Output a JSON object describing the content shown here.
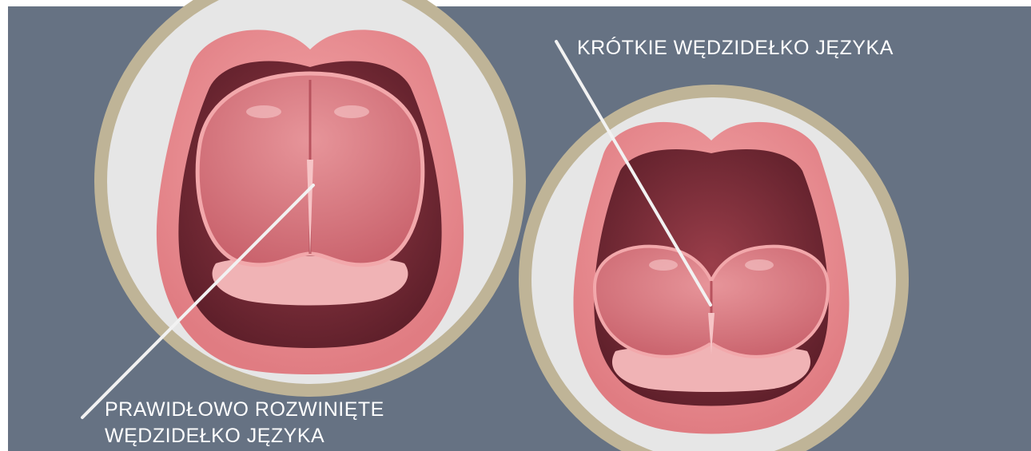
{
  "colors": {
    "background": "#667283",
    "ring": "#bfb497",
    "disc": "#e6e6e6",
    "lip": "#e8898e",
    "mouth_dark": "#7a2e3a",
    "tongue": "#d9757d",
    "pointer_line": "#f2f2f2",
    "label_text": "#ffffff"
  },
  "labels": {
    "normal_frenulum": [
      "PRAWIDŁOWO ROZWINIĘTE",
      "WĘDZIDEŁKO JĘZYKA"
    ],
    "short_frenulum": "KRÓTKIE WĘDZIDEŁKO JĘZYKA"
  }
}
